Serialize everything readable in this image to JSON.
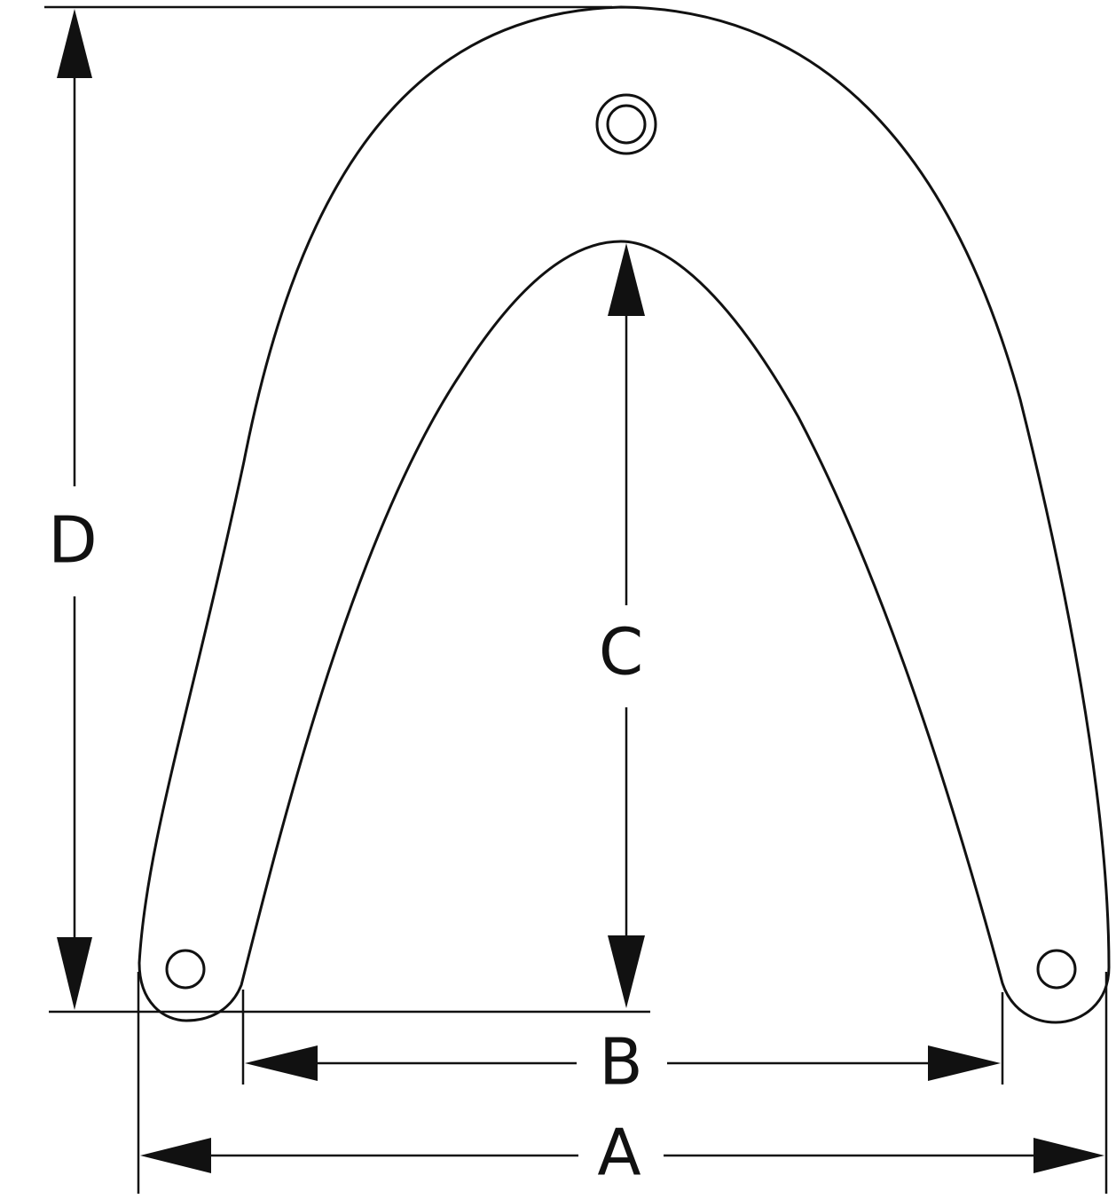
{
  "dimensions": {
    "a": "A",
    "b": "B",
    "c": "C",
    "d": "D"
  },
  "colors": {
    "line": "#111111",
    "background": "#ffffff"
  }
}
